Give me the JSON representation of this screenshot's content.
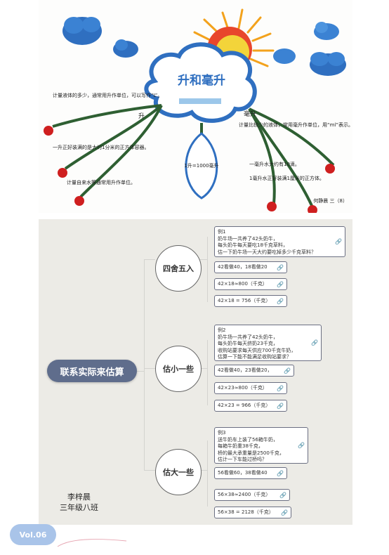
{
  "drawing": {
    "title": "升和毫升",
    "left_branch_label": "升",
    "right_branch_label": "毫升",
    "left_texts": [
      "计量液体的多少，通常用升作单位，可以写作“L”。",
      "一升正好装满的是大约1分米的正方体容器。",
      "计量自来水等通常用升作单位。"
    ],
    "right_texts": [
      "计量比较少的液体，常用毫升作单位，用“ml”表示。",
      "一毫升水大约有10滴。",
      "1毫升水正好装满1厘米的正方体。"
    ],
    "center_text": "1升=1000毫升",
    "signature": "何静晨 三（8）"
  },
  "mindmap": {
    "root": "联系实际来估算",
    "branches": [
      {
        "label": "四舍五入",
        "example": "例1\n奶牛场一共养了42头奶牛，\n每头奶牛每天要吃18千克草料，\n估一下奶牛场一天大约要吃掉多少千克草料？",
        "steps": [
          "42看做40，18看做20",
          "42×18≈800（千克）",
          "42×18 = 756（千克）"
        ]
      },
      {
        "label": "估小一些",
        "example": "例2\n奶牛场一共养了42头奶牛，\n每头奶牛每天挤奶23千克，\n收购站要求每天供应700千克牛奶，\n估算一下能不能满足收购站要求？",
        "steps": [
          "42看做40，23看做20，",
          "42×23≈800（千克）",
          "42×23 = 966（千克）"
        ]
      },
      {
        "label": "估大一些",
        "example": "例3\n送牛奶车上装了56箱牛奶，\n每箱牛奶重38千克，\n桥的最大承重量是2500千克，\n估计一下车能过桥吗？",
        "steps": [
          "56看做60，38看做40",
          "56×38≈2400（千克）",
          "56×38 = 2128（千克）"
        ]
      }
    ],
    "author_name": "李梓晨",
    "author_class": "三年级八班",
    "attachment_icon": "paperclip-icon"
  },
  "footer": {
    "badge": "Vol.06"
  },
  "colors": {
    "root_node": "#5f6d8c",
    "badge": "#a9c4e9",
    "cloud": "#2f6fc0",
    "sun": "#f3a21c",
    "branch": "#2e5f32",
    "cherry": "#cf1f1f"
  }
}
